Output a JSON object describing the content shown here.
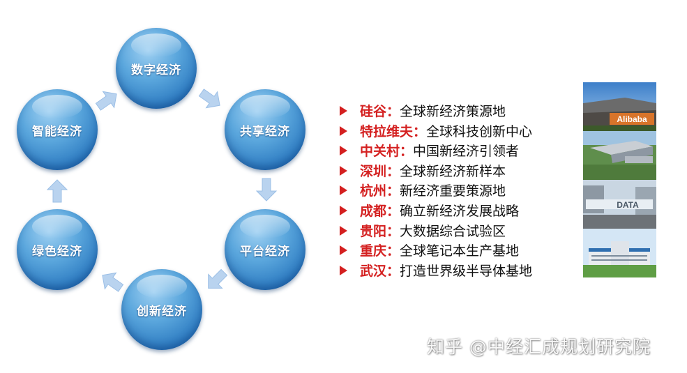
{
  "cycle": {
    "nodes": [
      {
        "label": "数字经济"
      },
      {
        "label": "共享经济"
      },
      {
        "label": "平台经济"
      },
      {
        "label": "创新经济"
      },
      {
        "label": "绿色经济"
      },
      {
        "label": "智能经济"
      }
    ]
  },
  "cities": [
    {
      "name": "硅谷",
      "sep": "：",
      "desc": "全球新经济策源地"
    },
    {
      "name": "特拉维夫",
      "sep": "：",
      "desc": "全球科技创新中心"
    },
    {
      "name": "中关村",
      "sep": "：",
      "desc": "中国新经济引领者"
    },
    {
      "name": "深圳",
      "sep": "：",
      "desc": "全球新经济新样本"
    },
    {
      "name": "杭州",
      "sep": "：",
      "desc": "新经济重要策源地"
    },
    {
      "name": "成都",
      "sep": "：",
      "desc": "确立新经济发展战略"
    },
    {
      "name": "贵阳",
      "sep": "：",
      "desc": "大数据综合试验区"
    },
    {
      "name": "重庆",
      "sep": "：",
      "desc": "全球笔记本生产基地"
    },
    {
      "name": "武汉",
      "sep": "：",
      "desc": "打造世界级半导体基地"
    }
  ],
  "photos": [
    {
      "sign_text": "Alibaba"
    },
    {
      "sign_text": ""
    },
    {
      "sign_text": "DATA"
    },
    {
      "sign_text": ""
    }
  ],
  "watermark": {
    "text": "知乎 @中经汇成规划研究院"
  },
  "colors": {
    "node_blue": "#2a78bf",
    "city_red": "#d42020",
    "arrow_blue": "#a9c8ea"
  }
}
